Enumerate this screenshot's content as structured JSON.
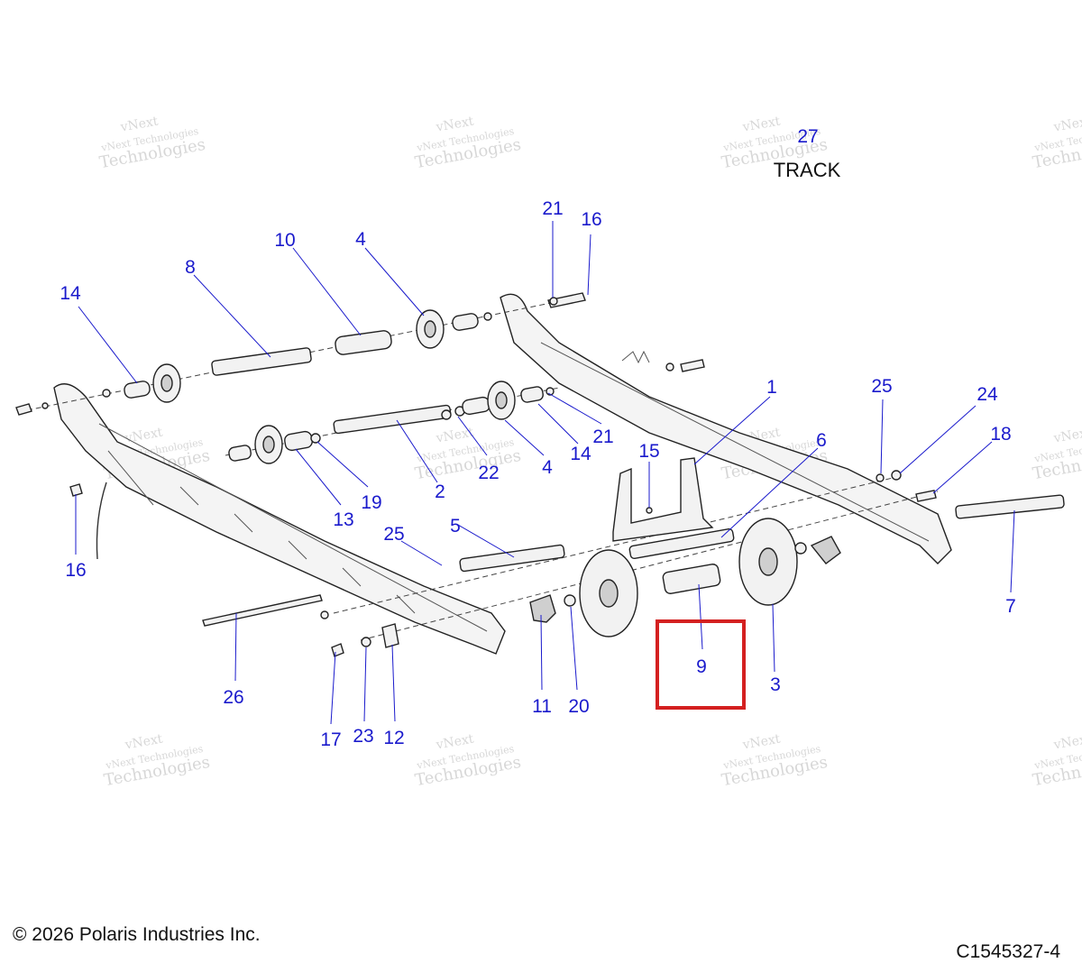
{
  "track_label": {
    "number": "27",
    "text": "TRACK"
  },
  "callouts": [
    "1",
    "2",
    "3",
    "4",
    "4",
    "5",
    "6",
    "7",
    "8",
    "9",
    "10",
    "11",
    "12",
    "13",
    "14",
    "14",
    "15",
    "16",
    "16",
    "17",
    "18",
    "19",
    "20",
    "21",
    "21",
    "22",
    "23",
    "24",
    "25",
    "25",
    "26"
  ],
  "highlighted_callout": "9",
  "watermark": {
    "line1": "vNext",
    "line2": "vNext Technologies",
    "line3": "Technologies"
  },
  "footer": {
    "copyright": "© 2026 Polaris Industries Inc.",
    "drawing_id": "C1545327-4"
  },
  "colors": {
    "callout": "#1a1acc",
    "highlight_box": "#d42020",
    "line": "#222222"
  }
}
